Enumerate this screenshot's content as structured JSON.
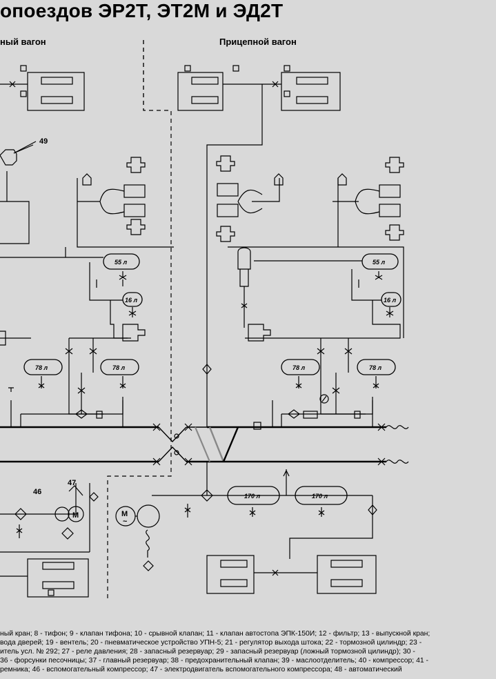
{
  "header": {
    "title": "опоездов ЭР2Т, ЭТ2М и ЭД2Т",
    "left_section": "ный вагон",
    "right_section": "Прицепной вагон"
  },
  "callouts": {
    "c49": "49",
    "c46": "46",
    "c47": "47"
  },
  "reservoirs": {
    "left_55": "55 л",
    "left_16": "16 л",
    "left_78a": "78 л",
    "left_78b": "78 л",
    "right_55": "55 л",
    "right_16": "16 л",
    "right_78a": "78 л",
    "right_78b": "78 л",
    "main_170a": "170 л",
    "main_170b": "170 л"
  },
  "motors": {
    "aux_motor": "М",
    "main_motor": "М",
    "main_motor_sub": "~"
  },
  "legend": {
    "line1": "ный кран; 8 - тифон; 9 - клапан тифона; 10 - срывной клапан; 11 - клапан автостопа ЭПК-150И; 12 - фильтр; 13 - выпускной кран;",
    "line2": "вода дверей; 19 - вентель; 20 - пневматическое устройство УПН-5; 21 - регулятор выхода штока; 22 - тормозной цилиндр; 23 -",
    "line3": "итель усл. № 292; 27 - реле давления; 28 - запасный резервуар; 29 - запасный резервуар (ложный тормозной цилиндр); 30 -",
    "line4": "36 - форсунки песочницы; 37 - главный резервуар; 38 - предохранительный клапан; 39 - маслоотделитель; 40 - компрессор; 41 -",
    "line5": "ремника; 46 - вспомогательный компрессор; 47 - электродвигатель вспомогательного компрессора; 48 - автоматический"
  }
}
